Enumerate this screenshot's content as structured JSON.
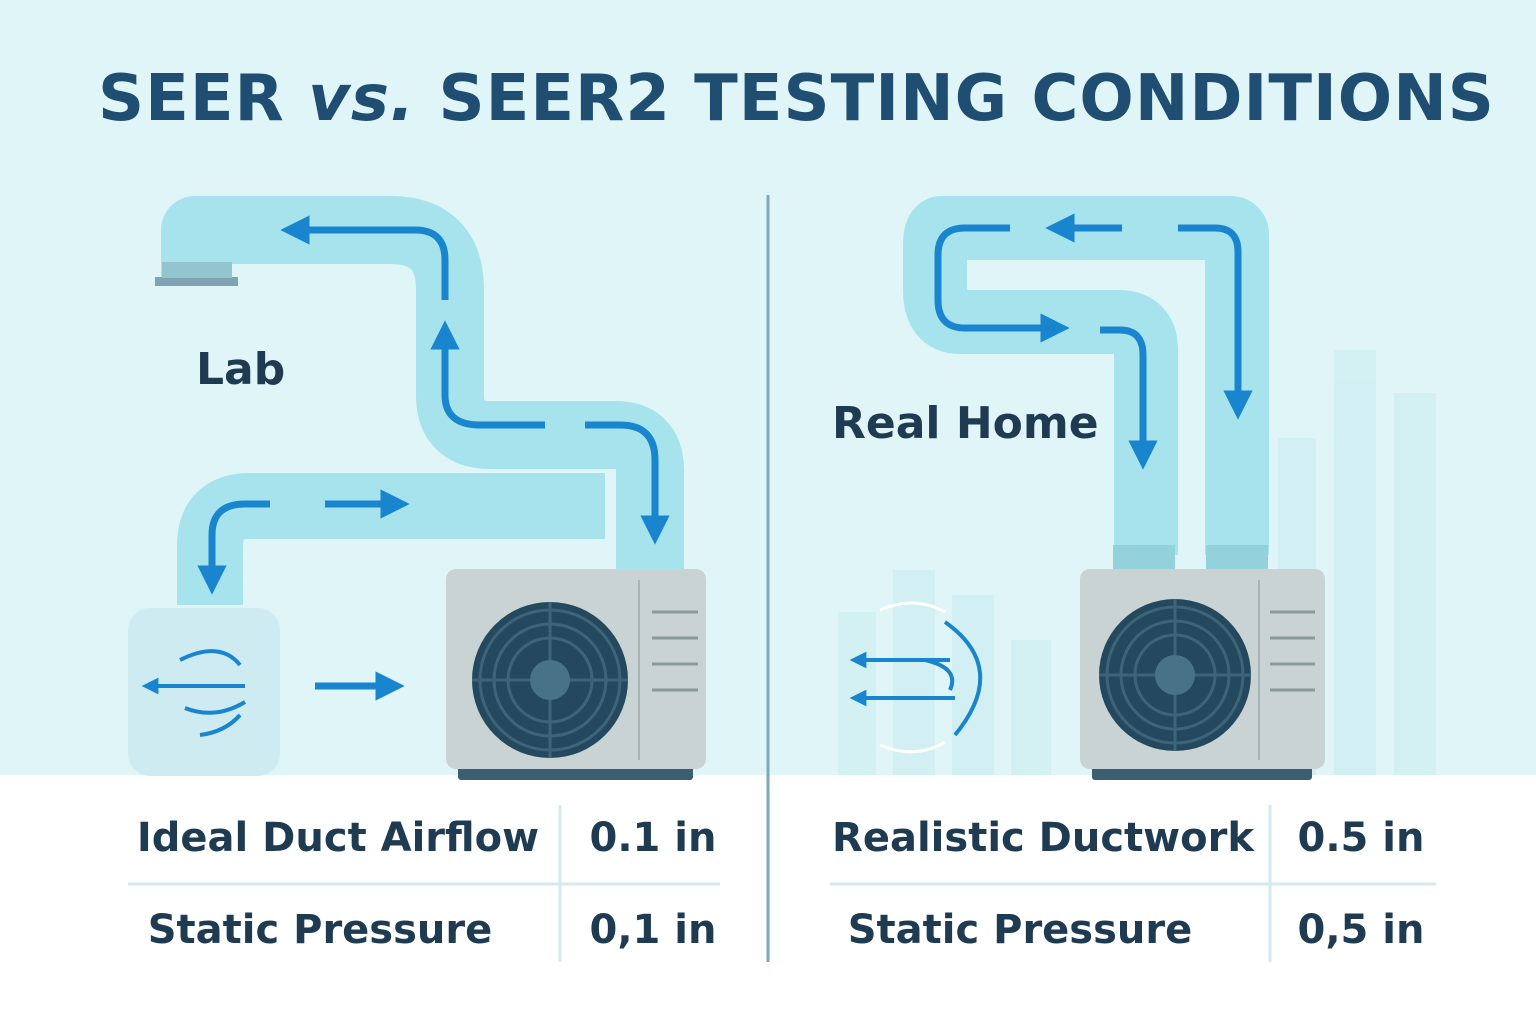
{
  "title": {
    "part1": "SEER",
    "vs": "vs.",
    "part2": "SEER2 TESTING CONDITIONS"
  },
  "panels": {
    "lab": {
      "label": "Lab",
      "rows": [
        {
          "label": "Ideal Duct Airflow",
          "value": "0.1 in"
        },
        {
          "label": "Static Pressure",
          "value": "0,1 in"
        }
      ]
    },
    "home": {
      "label": "Real Home",
      "rows": [
        {
          "label": "Realistic Ductwork",
          "value": "0.5 in"
        },
        {
          "label": "Static Pressure",
          "value": "0,5 in"
        }
      ]
    }
  },
  "colors": {
    "background_top": "#dff5f8",
    "duct": "#a6e3ec",
    "arrow": "#1a85cf",
    "title": "#1f4e72",
    "text": "#1f3b52",
    "unit_body": "#c9d3d3",
    "fan": "#24495f",
    "divider": "#7fa8b6"
  },
  "icons": [
    "airflow-arrow-icon",
    "fan-icon",
    "air-handler-icon",
    "wind-icon",
    "building-icon"
  ]
}
